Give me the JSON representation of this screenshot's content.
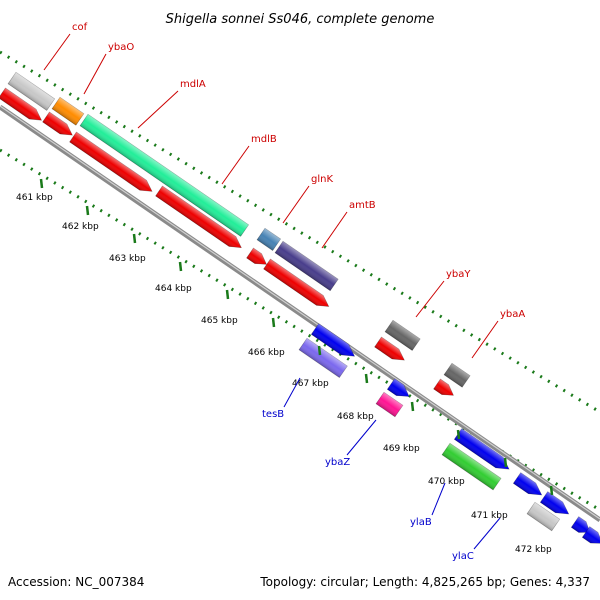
{
  "title": "Shigella sonnei Ss046, complete genome",
  "footer": {
    "accession": "Accession: NC_007384",
    "topology": "Topology: circular; Length: 4,825,265 bp; Genes: 4,337"
  },
  "colors": {
    "backbone": "#8a8a8a",
    "tick": "#1a7a1a",
    "forward_label": "#cc0000",
    "reverse_label": "#0000cc",
    "cds_red": "#ee0000"
  },
  "ticks": [
    {
      "label": "461 kbp",
      "kbp": 461
    },
    {
      "label": "462 kbp",
      "kbp": 462
    },
    {
      "label": "463 kbp",
      "kbp": 463
    },
    {
      "label": "464 kbp",
      "kbp": 464
    },
    {
      "label": "465 kbp",
      "kbp": 465
    },
    {
      "label": "466 kbp",
      "kbp": 466
    },
    {
      "label": "467 kbp",
      "kbp": 467
    },
    {
      "label": "468 kbp",
      "kbp": 468
    },
    {
      "label": "469 kbp",
      "kbp": 469
    },
    {
      "label": "470 kbp",
      "kbp": 470
    },
    {
      "label": "471 kbp",
      "kbp": 471
    },
    {
      "label": "472 kbp",
      "kbp": 472
    }
  ],
  "genes_forward": [
    {
      "name": "cof",
      "color": "#c8c8c8"
    },
    {
      "name": "ybaO",
      "color": "#ff8c00"
    },
    {
      "name": "mdlA",
      "color": "#22ee99"
    },
    {
      "name": "mdlB",
      "color": "#22ee99"
    },
    {
      "name": "glnK",
      "color": "#4682b4"
    },
    {
      "name": "amtB",
      "color": "#483d8b"
    },
    {
      "name": "ybaY",
      "color": "#666666"
    },
    {
      "name": "ybaA",
      "color": "#666666"
    }
  ],
  "genes_reverse": [
    {
      "name": "tesB",
      "color": "#7b68ee"
    },
    {
      "name": "ybaZ",
      "color": "#ff1493"
    },
    {
      "name": "ylaB",
      "color": "#32cd32"
    },
    {
      "name": "ylaC",
      "color": "#c8c8c8"
    }
  ]
}
